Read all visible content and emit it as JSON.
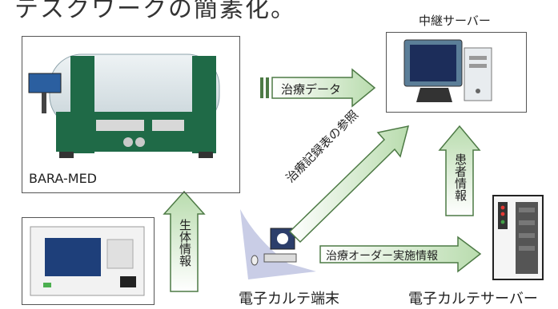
{
  "header_fragment": "テスクワークの簡素化。",
  "devices": {
    "bara_med": {
      "label": "BARA-MED"
    },
    "relay_server": {
      "label": "中継サーバー"
    },
    "terminal": {
      "label": "電子カルテ端末"
    },
    "ehr_server": {
      "label": "電子カルテサーバー"
    }
  },
  "arrows": {
    "treatment_data": "治療データ",
    "treatment_record_ref": "治療記録表の参照",
    "patient_info": "患者情報",
    "vital_info": "生体情報",
    "treatment_order": "治療オーダー実施情報"
  },
  "colors": {
    "arrow_fill_light": "#eef6ea",
    "arrow_fill_dark": "#b9dcae",
    "arrow_stroke": "#4d7a45",
    "chamber_green": "#1f6a47"
  }
}
